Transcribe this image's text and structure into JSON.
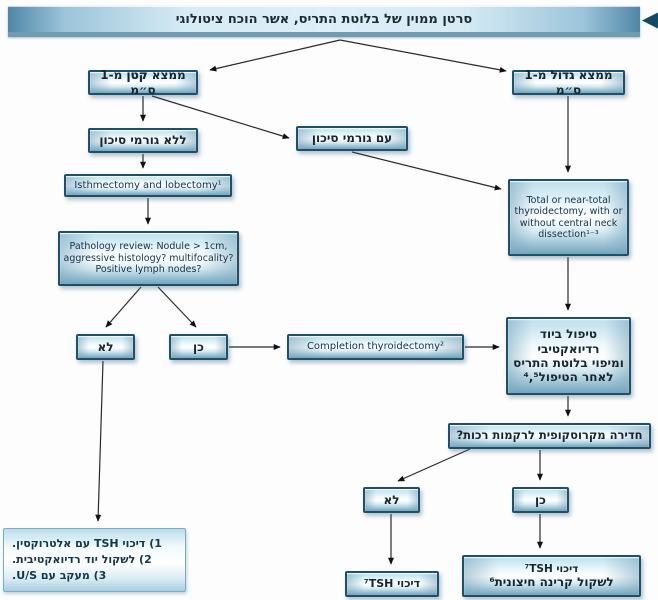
{
  "header": {
    "title": "סרטן ממוין של בלוטת התריס, אשר הוכח ציטולוגי"
  },
  "icons": {
    "back_arrow": "◀"
  },
  "nodes": {
    "finding_small": {
      "prefix": "ממצא",
      "em": "קטן",
      "suffix": "מ-1 ס״מ"
    },
    "finding_large": {
      "prefix": "ממצא",
      "em": "גדול",
      "suffix": "מ-1 ס״מ"
    },
    "no_risk": {
      "label": "ללא גורמי סיכון"
    },
    "with_risk": {
      "label": "עם גורמי סיכון"
    },
    "isthmectomy": {
      "label": "Isthmectomy and lobectomy¹"
    },
    "pathology": {
      "label": "Pathology review: Nodule > 1cm,\naggressive histology? multifocality?\nPositive lymph nodes?"
    },
    "total_thyroidectomy": {
      "label": "Total or near-total\nthyroidectomy, with or\nwithout central neck\ndissection¹⁻³"
    },
    "no_1": {
      "label": "לא"
    },
    "yes_1": {
      "label": "כן"
    },
    "completion": {
      "label": "Completion thyroidectomy²"
    },
    "radioiodine": {
      "label": "טיפול ביוד רדיואקטיבי\nומיפוי בלוטת התריס\nלאחר הטיפול⁴,⁵"
    },
    "invasion": {
      "label": "חדירה מקרוסקופית לרקמות רכות?"
    },
    "no_2": {
      "label": "לא"
    },
    "yes_2": {
      "label": "כן"
    },
    "tsh_suppression": {
      "label": "דיכוי ⁷TSH"
    },
    "tsh_external": {
      "line1": "דיכוי ⁷TSH",
      "line2": "לשקול קרינה חיצונית⁶"
    },
    "followup": {
      "lines": [
        "1) דיכוי TSH עם אלטרוקסין.",
        "2) לשקול יוד רדיואקטיבית.",
        "3) מעקב עם U/S."
      ]
    }
  },
  "colors": {
    "box_border": "#1d516b",
    "header_blue": "#4f87a7",
    "arrow": "#2a2a2a",
    "back_icon": "#134a63"
  }
}
